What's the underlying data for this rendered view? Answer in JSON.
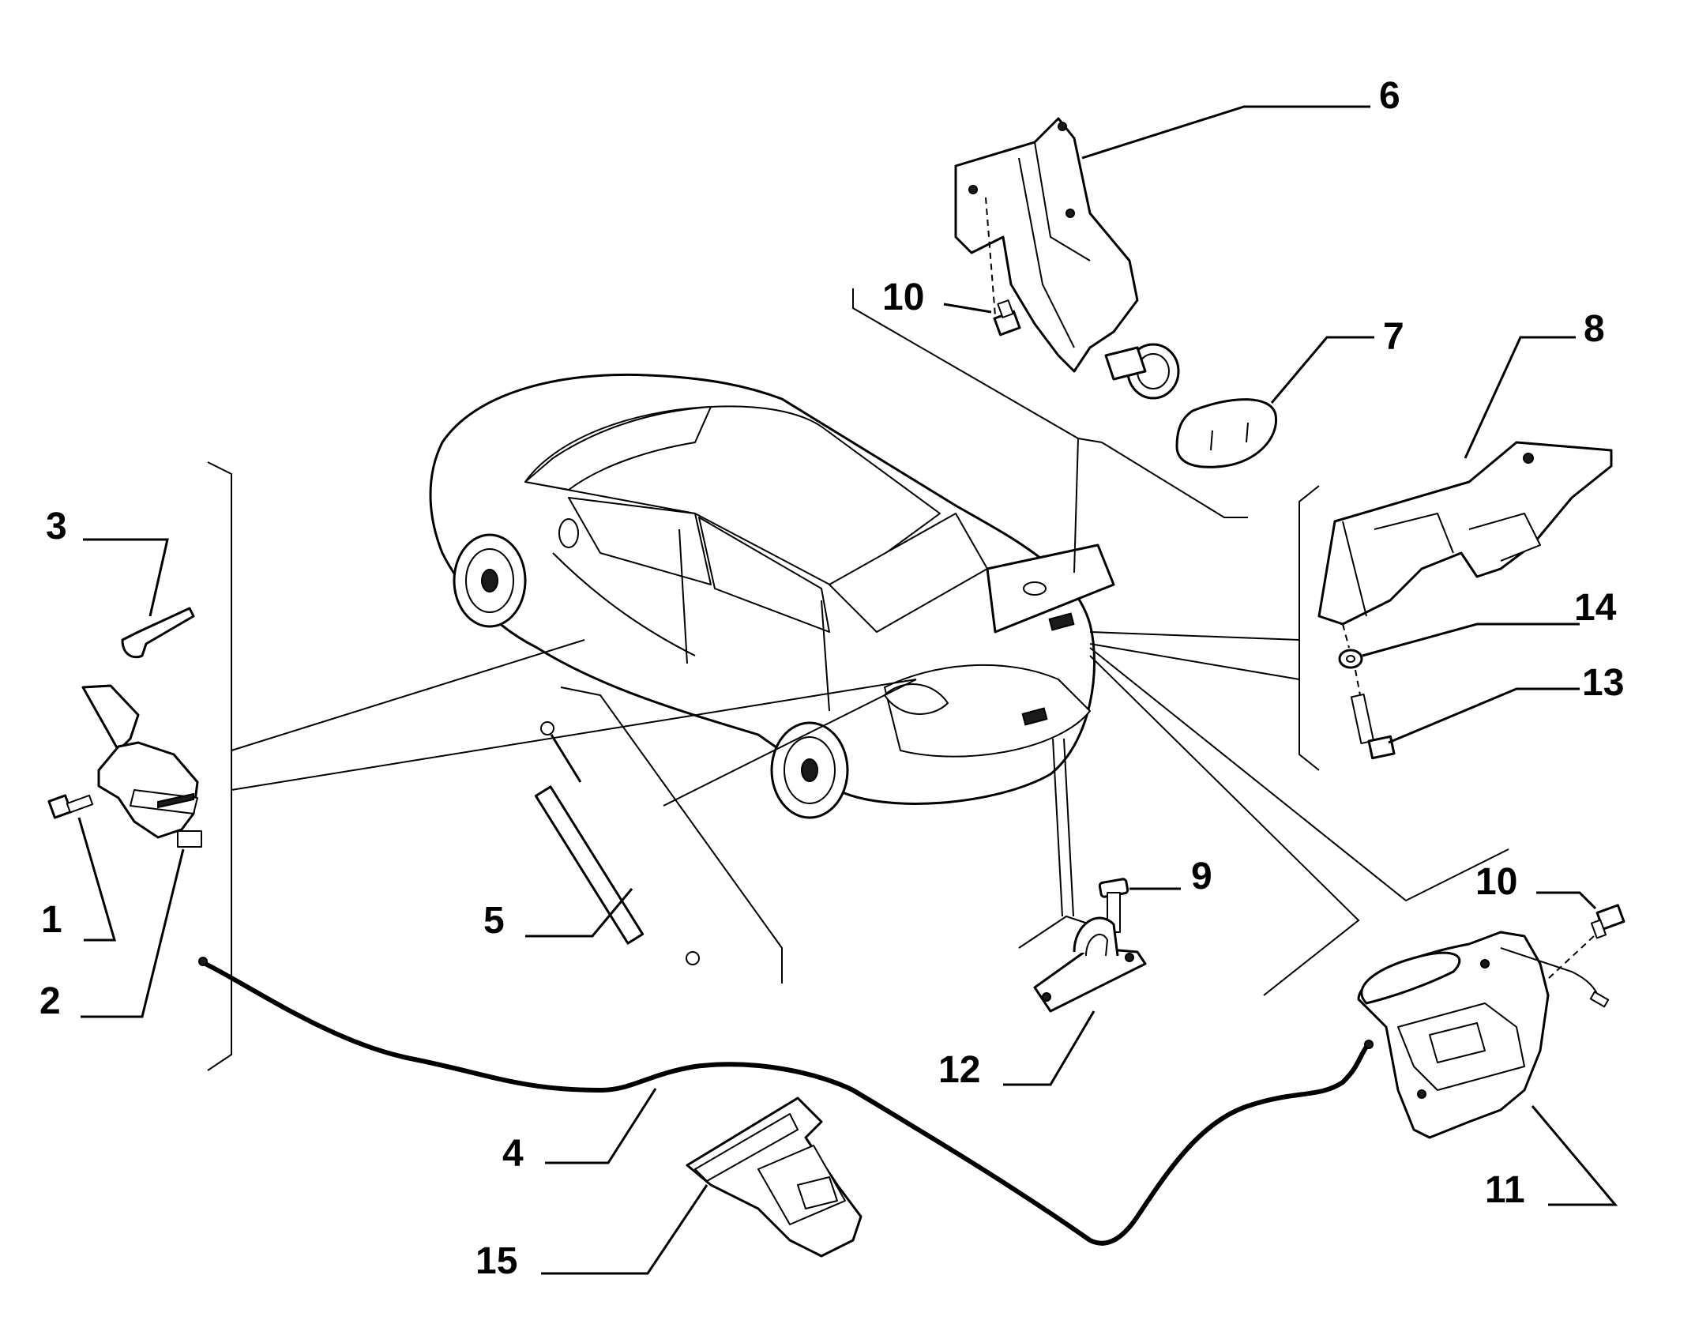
{
  "callouts": {
    "c1": "1",
    "c2": "2",
    "c3": "3",
    "c4": "4",
    "c5": "5",
    "c6": "6",
    "c7": "7",
    "c8": "8",
    "c9": "9",
    "c10a": "10",
    "c10b": "10",
    "c11": "11",
    "c12": "12",
    "c13": "13",
    "c14": "14",
    "c15": "15"
  },
  "icons": {
    "vehicle": "car-sedan-rear-three-quarter-icon",
    "latch": "boot-lid-latch-icon",
    "cable": "release-cable-icon",
    "strut": "gas-strut-icon",
    "lock": "lock-cylinder-icon"
  },
  "colors": {
    "line": "#000000",
    "background": "#ffffff"
  }
}
